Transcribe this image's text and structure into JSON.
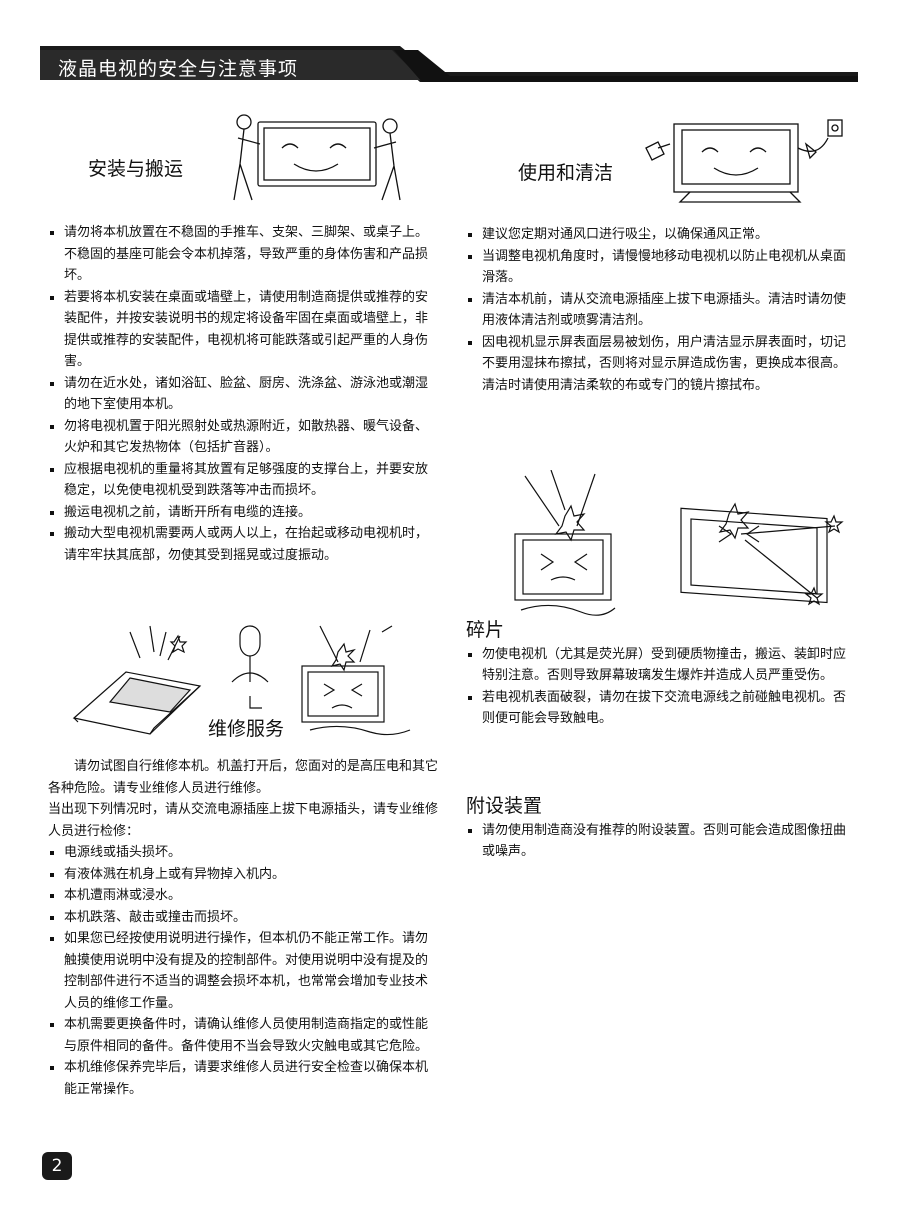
{
  "header": {
    "title": "液晶电视的安全与注意事项"
  },
  "install": {
    "title": "安装与搬运",
    "items": [
      "请勿将本机放置在不稳固的手推车、支架、三脚架、或桌子上。不稳固的基座可能会令本机掉落，导致严重的身体伤害和产品损坏。",
      "若要将本机安装在桌面或墙壁上，请使用制造商提供或推荐的安装配件，并按安装说明书的规定将设备牢固在桌面或墙壁上，非提供或推荐的安装配件，电视机将可能跌落或引起严重的人身伤害。",
      "请勿在近水处，诸如浴缸、脸盆、厨房、洗涤盆、游泳池或潮湿的地下室使用本机。",
      "勿将电视机置于阳光照射处或热源附近，如散热器、暖气设备、火炉和其它发热物体（包括扩音器）。",
      "应根据电视机的重量将其放置有足够强度的支撑台上，并要安放稳定，以免使电视机受到跌落等冲击而损坏。",
      "搬运电视机之前，请断开所有电缆的连接。",
      "搬动大型电视机需要两人或两人以上，在抬起或移动电视机时，请牢牢扶其底部，勿使其受到摇晃或过度振动。"
    ]
  },
  "repair": {
    "title": "维修服务",
    "intro1": "请勿试图自行维修本机。机盖打开后，您面对的是高压电和其它各种危险。请专业维修人员进行维修。",
    "intro2": "当出现下列情况时，请从交流电源插座上拔下电源插头，请专业维修人员进行检修：",
    "items": [
      "电源线或插头损坏。",
      "有液体溅在机身上或有异物掉入机内。",
      "本机遭雨淋或浸水。",
      "本机跌落、敲击或撞击而损坏。",
      "如果您已经按使用说明进行操作，但本机仍不能正常工作。请勿触摸使用说明中没有提及的控制部件。对使用说明中没有提及的控制部件进行不适当的调整会损坏本机，也常常会增加专业技术人员的维修工作量。",
      "本机需要更换备件时，请确认维修人员使用制造商指定的或性能与原件相同的备件。备件使用不当会导致火灾触电或其它危险。",
      "本机维修保养完毕后，请要求维修人员进行安全检查以确保本机能正常操作。"
    ]
  },
  "cleaning": {
    "title": "使用和清洁",
    "items": [
      "建议您定期对通风口进行吸尘，以确保通风正常。",
      "当调整电视机角度时，请慢慢地移动电视机以防止电视机从桌面滑落。",
      "清洁本机前，请从交流电源插座上拔下电源插头。清洁时请勿使用液体清洁剂或喷雾清洁剂。",
      "因电视机显示屏表面层易被划伤，用户清洁显示屏表面时，切记不要用湿抹布擦拭，否则将对显示屏造成伤害，更换成本很高。清洁时请使用清洁柔软的布或专门的镜片擦拭布。"
    ]
  },
  "broken": {
    "title": "碎片",
    "items": [
      "勿使电视机（尤其是荧光屏）受到硬质物撞击，搬运、装卸时应特别注意。否则导致屏幕玻璃发生爆炸并造成人员严重受伤。",
      "若电视机表面破裂，请勿在拔下交流电源线之前碰触电视机。否则便可能会导致触电。"
    ]
  },
  "accessories": {
    "title": "附设装置",
    "items": [
      "请勿使用制造商没有推荐的附设装置。否则可能会造成图像扭曲或噪声。"
    ]
  },
  "page_number": "2"
}
